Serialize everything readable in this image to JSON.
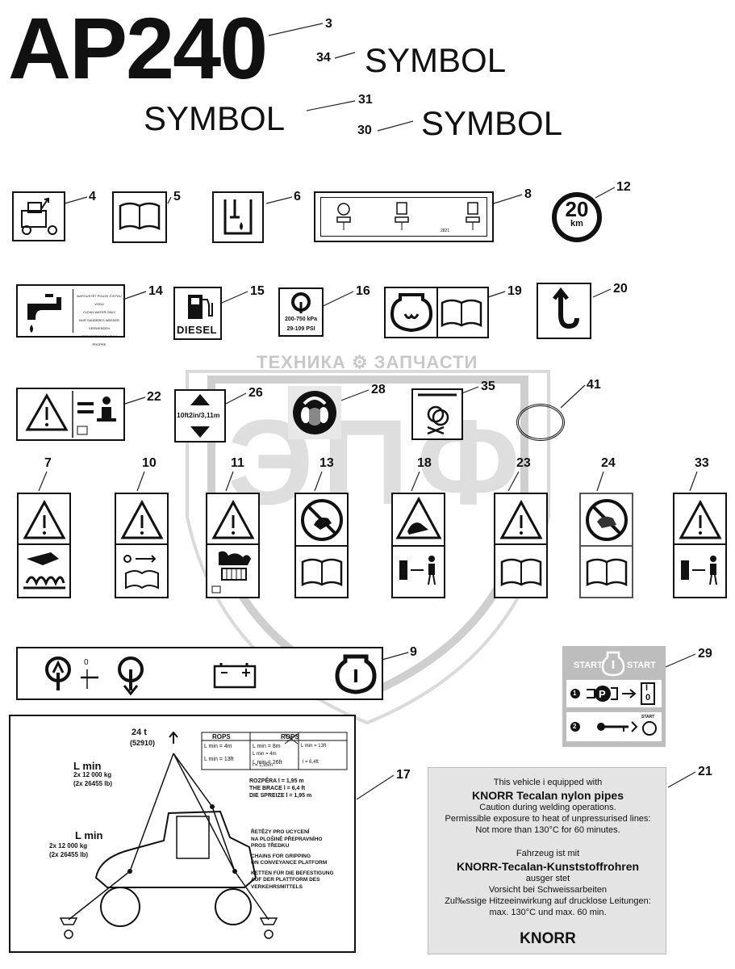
{
  "header": {
    "model": "AP240",
    "symbol_label": "SYMBOL"
  },
  "callouts": [
    "3",
    "34",
    "31",
    "30",
    "4",
    "5",
    "6",
    "8",
    "12",
    "14",
    "15",
    "16",
    "19",
    "20",
    "22",
    "26",
    "28",
    "35",
    "41",
    "7",
    "10",
    "11",
    "13",
    "18",
    "23",
    "24",
    "33",
    "9",
    "29",
    "17",
    "21"
  ],
  "speed_sign": {
    "value": "20",
    "unit": "km"
  },
  "water_label": {
    "lines": [
      "NAPOUSTĚT POUZE ČISTOU VODU",
      "CLEAN WATER ONLY",
      "NUR SAUBERES WASSER VERWENDEN",
      "REGLEMENT DE L'EAU PROPRE"
    ]
  },
  "diesel_label": "DIESEL",
  "pressure_label": {
    "kpa": "200-750 kPa",
    "psi": "29-109 PSI"
  },
  "height_label": "10ft2in/3,11m",
  "label8_code": "2821",
  "battery_panel": {
    "zero": "0"
  },
  "start_panel": {
    "start_left": "START",
    "start_right": "START",
    "step1": "1",
    "step2": "2",
    "p_letter": "P",
    "io_i": "I",
    "io_o": "0",
    "start_small": "START"
  },
  "lifting_diagram": {
    "weight": "24 t",
    "weight_code": "(52910)",
    "rops_header": "ROPS",
    "rops_cells": [
      "L min = 4m",
      "L min = 8m",
      "L min = 4m",
      "L min = 13ft",
      "L min = 13ft",
      "L min = 26ft",
      "l = 1,95m",
      "l = 6,4ft"
    ],
    "lmin_top": "L min",
    "lmin_top_weight": "2x 12 000 kg",
    "lmin_top_lb": "(2x 26455 lb)",
    "lmin_bot": "L min",
    "lmin_bot_weight": "2x 12 000 kg",
    "lmin_bot_lb": "(2x 26455 lb)",
    "brace": [
      "ROZPĚRA  l = 1,95 m",
      "THE BRACE  l = 6,4 ft",
      "DIE SPREIZE  l = 1,95 m"
    ],
    "chains": [
      "ŘETĚZY PRO UCYCENÍ",
      "NA PLOŠINĚ PŘEPRAVNÍHO",
      "PROS TŘEDKU",
      "CHAINS FOR GRIPPING",
      "ON CONVEYANCE PLATFORM",
      "KETTEN FÜR DIE BEFESTIGUNG",
      "AUF DER PLATTFORM DES",
      "VERKEHRSMITTELS"
    ]
  },
  "knorr_panel": {
    "en_line1": "This vehicle i equipped with",
    "en_title": "KNORR Tecalan nylon pipes",
    "en_line2": "Caution during welding operations.",
    "en_line3": "Permissible exposure to heat of unpressurised lines:",
    "en_line4": "Not more than 130°C for 60 minutes.",
    "de_line1": "Fahrzeug ist mit",
    "de_title": "KNORR-Tecalan-Kunststoffrohren",
    "de_line2": "ausger stet",
    "de_line3": "Vorsicht bei Schweissarbeiten",
    "de_line4": "Zul‰ssige Hitzeeinwirkung auf drucklose Leitungen:",
    "de_line5": "max. 130°C und max. 60 min.",
    "brand": "KNORR"
  },
  "watermark": {
    "text": "ТЕХНИКА ⚙ ЗАПЧАСТИ",
    "letters": "ЭПФ"
  },
  "colors": {
    "ink": "#111111",
    "panel_gray": "#e4e4e4",
    "start_gray": "#bdbdbd",
    "watermark": "#c8c8c8"
  }
}
